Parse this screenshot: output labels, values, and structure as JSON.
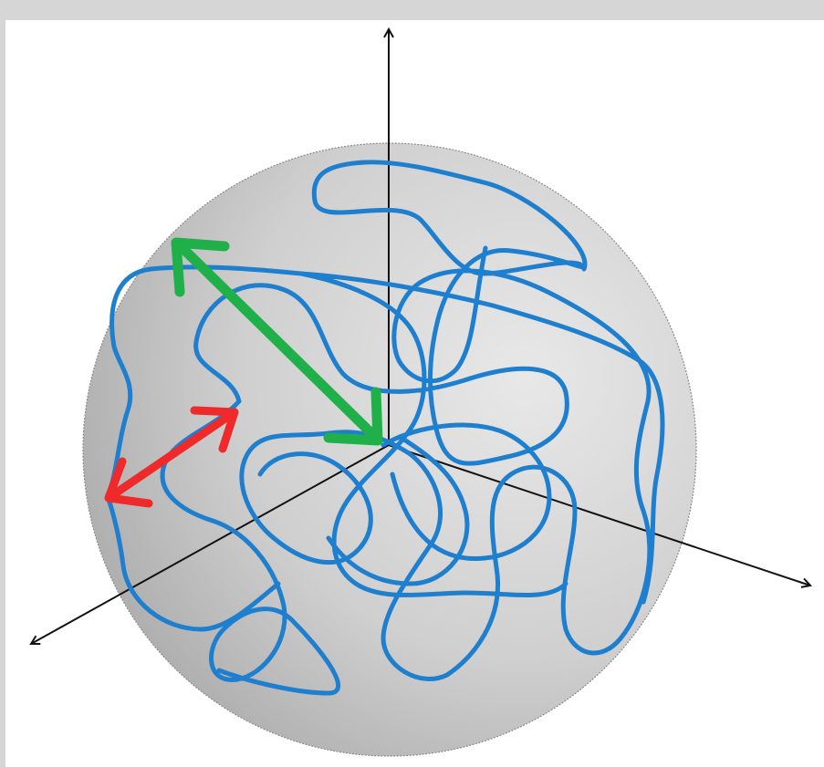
{
  "figure": {
    "description_icon": "polymer-coil-in-sphere-icon",
    "colors": {
      "page_border": "#d6d6d6",
      "background": "#ffffff",
      "sphere_light": "#e6e6e6",
      "sphere_dark": "#a9a9a9",
      "sphere_outline": "#8a8a8a",
      "axes": "#111111",
      "polymer_chain": "#1f7fcf",
      "radius_of_gyration_arrow": "#1fb04a",
      "segment_arrow": "#ee2a2a"
    },
    "elements": {
      "sphere": "coil-envelope-sphere",
      "axes": [
        "z-axis-up",
        "x-axis-left-down",
        "y-axis-right-down"
      ],
      "chain": "random-coil-chain",
      "arrows": [
        "green-double-arrow",
        "red-double-arrow"
      ]
    }
  }
}
